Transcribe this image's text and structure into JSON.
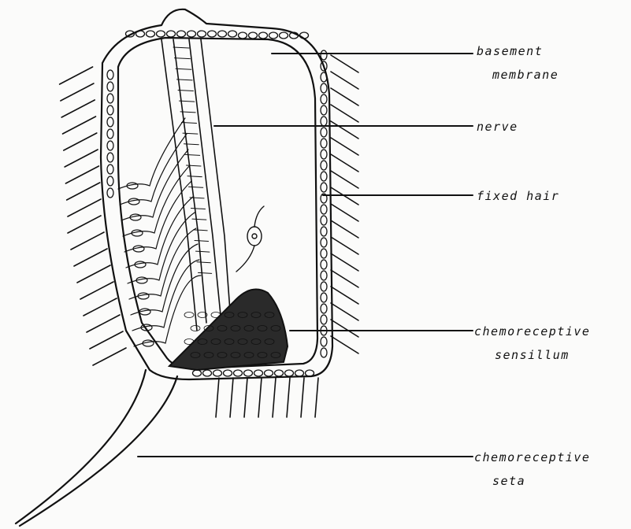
{
  "labels": {
    "basement_membrane_line1": "basement",
    "basement_membrane_line2": "membrane",
    "nerve": "nerve",
    "fixed_hair": "fixed hair",
    "chemoreceptive_sensillum_line1": "chemoreceptive",
    "chemoreceptive_sensillum_line2": "sensillum",
    "chemoreceptive_seta_line1": "chemoreceptive",
    "chemoreceptive_seta_line2": "seta"
  },
  "colors": {
    "ink": "#111111",
    "background": "#fbfbfa"
  }
}
